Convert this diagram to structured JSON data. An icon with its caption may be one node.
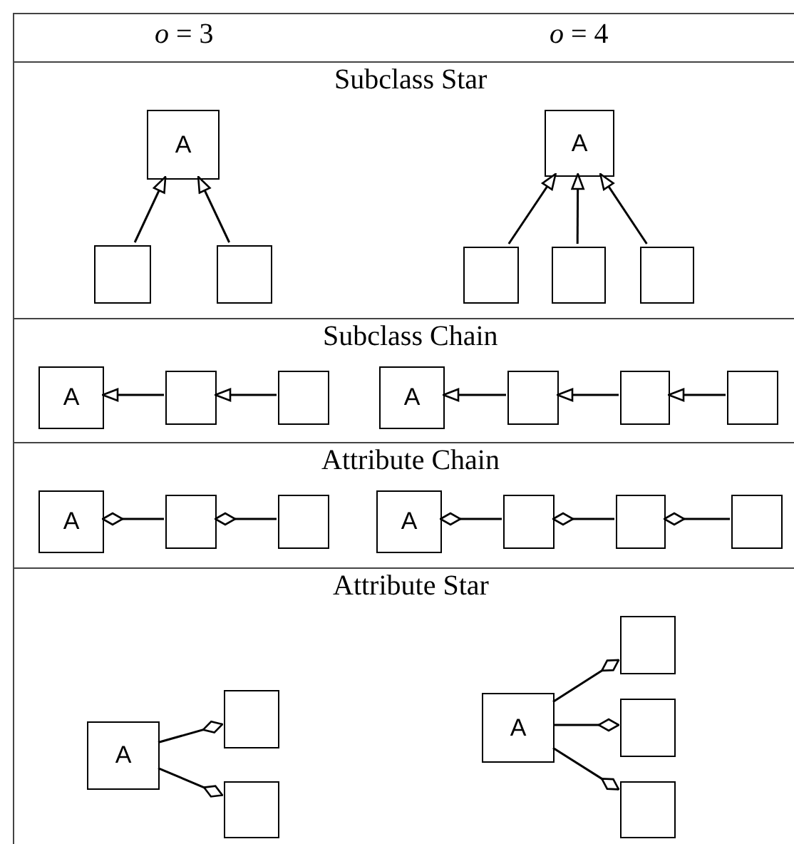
{
  "diagram": {
    "nodes": [
      {
        "text": [
          "Subclass Star"
        ]
      },
      {
        "text": [
          "A"
        ],
        "in": 0
      },
      {
        "text": [],
        "shape": "box",
        "in": 0
      },
      {
        "text": [],
        "shape": "box",
        "in": 0
      },
      {
        "text": [
          "A"
        ],
        "in": 0
      },
      {
        "text": [],
        "shape": "box",
        "in": 0
      },
      {
        "text": [],
        "shape": "box",
        "in": 0
      },
      {
        "text": [],
        "shape": "box",
        "in": 0
      },
      {
        "text": [
          "Subclass Chain"
        ]
      },
      {
        "text": [
          "A"
        ],
        "in": 8
      },
      {
        "text": [],
        "shape": "box",
        "in": 8
      },
      {
        "text": [],
        "shape": "box",
        "in": 8
      },
      {
        "text": [
          "A"
        ],
        "in": 8
      },
      {
        "text": [],
        "shape": "box",
        "in": 8
      },
      {
        "text": [],
        "shape": "box",
        "in": 8
      },
      {
        "text": [],
        "shape": "box",
        "in": 8
      },
      {
        "text": [
          "Attribute Chain"
        ]
      },
      {
        "text": [
          "A"
        ],
        "in": 16
      },
      {
        "text": [],
        "shape": "box",
        "in": 16
      },
      {
        "text": [],
        "shape": "box",
        "in": 16
      },
      {
        "text": [
          "A"
        ],
        "in": 16
      },
      {
        "text": [],
        "shape": "box",
        "in": 16
      },
      {
        "text": [],
        "shape": "box",
        "in": 16
      },
      {
        "text": [],
        "shape": "box",
        "in": 16
      },
      {
        "text": [
          "Attribute Star"
        ]
      },
      {
        "text": [
          "A"
        ],
        "in": 24
      },
      {
        "text": [],
        "shape": "box",
        "in": 24
      },
      {
        "text": [],
        "shape": "box",
        "in": 24
      },
      {
        "text": [
          "A"
        ],
        "in": 24
      },
      {
        "text": [],
        "shape": "box",
        "in": 24
      },
      {
        "text": [],
        "shape": "box",
        "in": 24
      },
      {
        "text": [],
        "shape": "box",
        "in": 24
      }
    ],
    "edges": [
      {
        "from": 2,
        "to": 1,
        "arrow": "to"
      },
      {
        "from": 3,
        "to": 1,
        "arrow": "to"
      },
      {
        "from": 5,
        "to": 4,
        "arrow": "to"
      },
      {
        "from": 6,
        "to": 4,
        "arrow": "to"
      },
      {
        "from": 7,
        "to": 4,
        "arrow": "to"
      },
      {
        "from": 10,
        "to": 9,
        "arrow": "to"
      },
      {
        "from": 11,
        "to": 10,
        "arrow": "to"
      },
      {
        "from": 13,
        "to": 12,
        "arrow": "to"
      },
      {
        "from": 14,
        "to": 13,
        "arrow": "to"
      },
      {
        "from": 15,
        "to": 14,
        "arrow": "to"
      },
      {
        "from": 17,
        "to": 18,
        "arrow": "other"
      },
      {
        "from": 18,
        "to": 19,
        "arrow": "other"
      },
      {
        "from": 20,
        "to": 21,
        "arrow": "other"
      },
      {
        "from": 21,
        "to": 22,
        "arrow": "other"
      },
      {
        "from": 22,
        "to": 23,
        "arrow": "other"
      },
      {
        "from": 26,
        "to": 25,
        "arrow": "other"
      },
      {
        "from": 27,
        "to": 25,
        "arrow": "other"
      },
      {
        "from": 29,
        "to": 28,
        "arrow": "other"
      },
      {
        "from": 30,
        "to": 28,
        "arrow": "other"
      },
      {
        "from": 31,
        "to": 28,
        "arrow": "other"
      }
    ],
    "labels": [
      "*o* = 3",
      "*o* = 4"
    ]
  }
}
